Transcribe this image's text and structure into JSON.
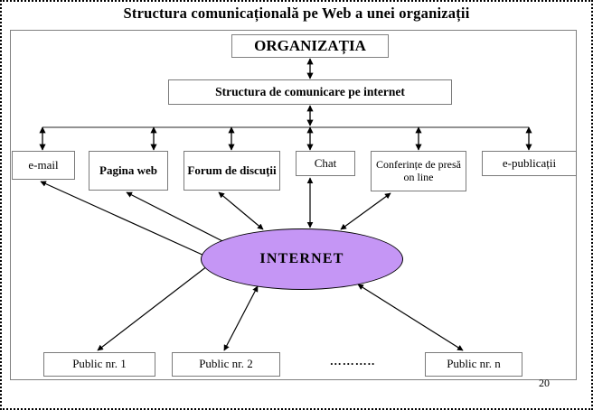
{
  "slide": {
    "title": "Structura comunicațională pe Web a unei organizații",
    "page_number": "20",
    "colors": {
      "internet_fill": "#c596f5",
      "box_border": "#7a7a7a",
      "frame_border": "#808080",
      "connector": "#000000",
      "text": "#000000"
    }
  },
  "diagram": {
    "type": "flow-diagram",
    "top": {
      "organization_label": "ORGANIZAȚIA",
      "structure_label": "Structura de comunicare pe internet"
    },
    "channels": [
      {
        "id": "e-mail",
        "label": "e-mail",
        "bold": false
      },
      {
        "id": "pagina-web",
        "label": "Pagina web",
        "bold": true
      },
      {
        "id": "forum",
        "label": "Forum de discuții",
        "bold": true
      },
      {
        "id": "chat",
        "label": "Chat",
        "bold": false
      },
      {
        "id": "conferinte",
        "label": "Conferințe de presă on line",
        "bold": false
      },
      {
        "id": "e-publicatii",
        "label": "e-publicații",
        "bold": false
      }
    ],
    "hub": {
      "id": "internet",
      "label": "INTERNET",
      "shape": "ellipse"
    },
    "audiences": [
      {
        "id": "public-1",
        "label": "Public nr. 1"
      },
      {
        "id": "public-2",
        "label": "Public nr. 2"
      },
      {
        "id": "ellipsis",
        "label": "……….."
      },
      {
        "id": "public-n",
        "label": "Public nr. n"
      }
    ],
    "connections": [
      {
        "from": "organizatia",
        "to": "structura",
        "style": "double-arrow"
      },
      {
        "from": "structura",
        "to": "channel-bus",
        "style": "double-arrow"
      },
      {
        "from": "channel-bus",
        "to": "e-mail",
        "style": "double-arrow"
      },
      {
        "from": "channel-bus",
        "to": "pagina-web",
        "style": "double-arrow"
      },
      {
        "from": "channel-bus",
        "to": "forum",
        "style": "double-arrow"
      },
      {
        "from": "channel-bus",
        "to": "chat",
        "style": "double-arrow"
      },
      {
        "from": "channel-bus",
        "to": "conferinte",
        "style": "double-arrow"
      },
      {
        "from": "channel-bus",
        "to": "e-publicatii",
        "style": "double-arrow"
      },
      {
        "from": "e-mail",
        "to": "internet",
        "style": "double-arrow"
      },
      {
        "from": "pagina-web",
        "to": "internet",
        "style": "double-arrow"
      },
      {
        "from": "forum",
        "to": "internet",
        "style": "double-arrow"
      },
      {
        "from": "chat",
        "to": "internet",
        "style": "double-arrow"
      },
      {
        "from": "conferinte",
        "to": "internet",
        "style": "double-arrow"
      },
      {
        "from": "internet",
        "to": "public-1",
        "style": "double-arrow"
      },
      {
        "from": "internet",
        "to": "public-2",
        "style": "double-arrow"
      },
      {
        "from": "internet",
        "to": "public-n",
        "style": "double-arrow"
      }
    ]
  }
}
